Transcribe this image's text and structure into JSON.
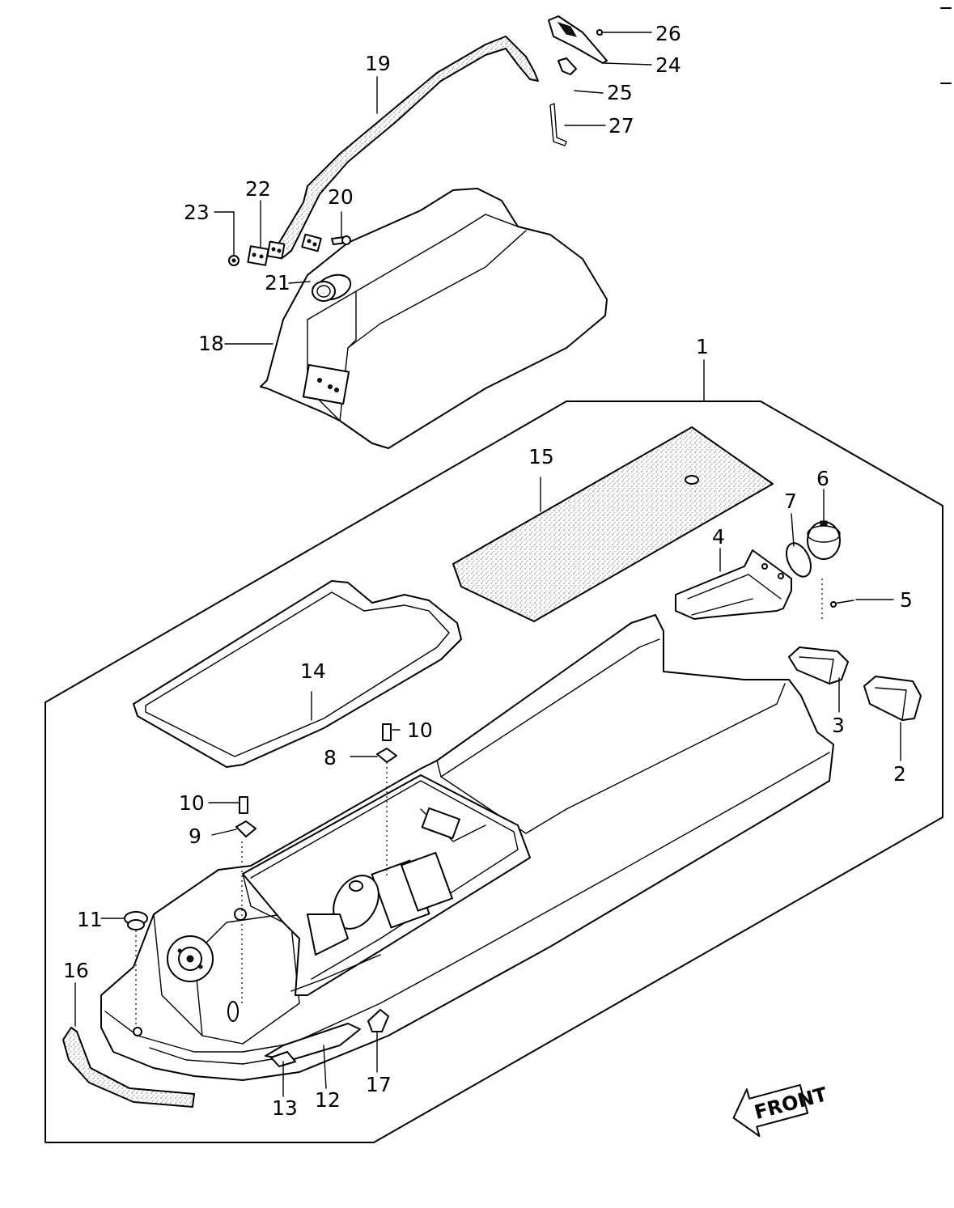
{
  "diagram": {
    "callouts": [
      {
        "id": "c1",
        "label": "1"
      },
      {
        "id": "c2",
        "label": "2"
      },
      {
        "id": "c3",
        "label": "3"
      },
      {
        "id": "c4",
        "label": "4"
      },
      {
        "id": "c5",
        "label": "5"
      },
      {
        "id": "c6",
        "label": "6"
      },
      {
        "id": "c7",
        "label": "7"
      },
      {
        "id": "c8",
        "label": "8"
      },
      {
        "id": "c9",
        "label": "9"
      },
      {
        "id": "c10a",
        "label": "10"
      },
      {
        "id": "c10b",
        "label": "10"
      },
      {
        "id": "c11",
        "label": "11"
      },
      {
        "id": "c12",
        "label": "12"
      },
      {
        "id": "c13",
        "label": "13"
      },
      {
        "id": "c14",
        "label": "14"
      },
      {
        "id": "c15",
        "label": "15"
      },
      {
        "id": "c16",
        "label": "16"
      },
      {
        "id": "c17",
        "label": "17"
      },
      {
        "id": "c18",
        "label": "18"
      },
      {
        "id": "c19",
        "label": "19"
      },
      {
        "id": "c20",
        "label": "20"
      },
      {
        "id": "c21",
        "label": "21"
      },
      {
        "id": "c22",
        "label": "22"
      },
      {
        "id": "c23",
        "label": "23"
      },
      {
        "id": "c24",
        "label": "24"
      },
      {
        "id": "c25",
        "label": "25"
      },
      {
        "id": "c26",
        "label": "26"
      },
      {
        "id": "c27",
        "label": "27"
      }
    ],
    "front_label": "FRONT"
  }
}
